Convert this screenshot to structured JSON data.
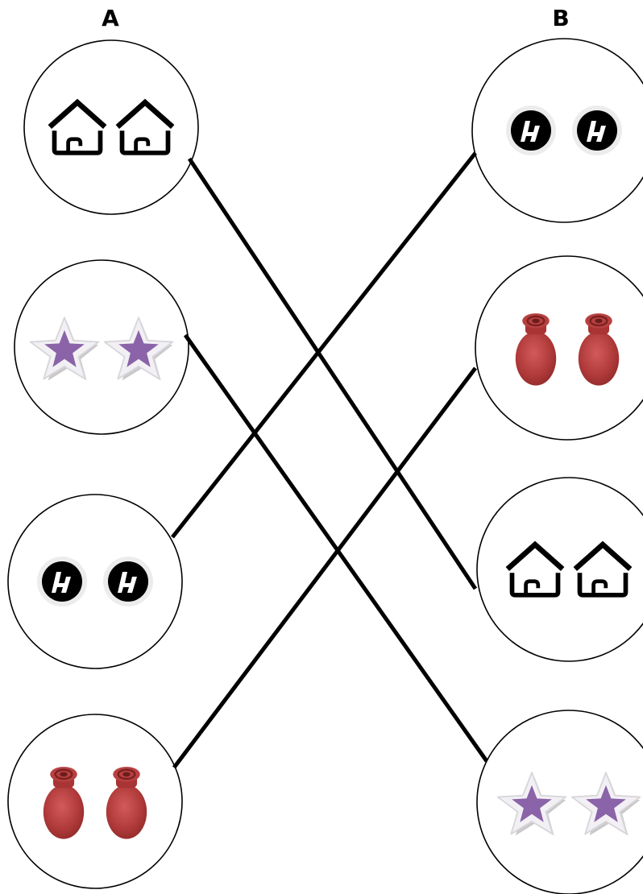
{
  "columns": {
    "left_label": "A",
    "right_label": "B"
  },
  "left_items": [
    {
      "icon": "house-icon",
      "count": 2
    },
    {
      "icon": "star-icon",
      "count": 2
    },
    {
      "icon": "ball-icon",
      "count": 2
    },
    {
      "icon": "vase-icon",
      "count": 2
    }
  ],
  "right_items": [
    {
      "icon": "ball-icon",
      "count": 2
    },
    {
      "icon": "vase-icon",
      "count": 2
    },
    {
      "icon": "house-icon",
      "count": 2
    },
    {
      "icon": "star-icon",
      "count": 2
    }
  ],
  "matches": [
    {
      "from": 0,
      "to": 2
    },
    {
      "from": 1,
      "to": 3
    },
    {
      "from": 2,
      "to": 0
    },
    {
      "from": 3,
      "to": 1
    }
  ],
  "colors": {
    "outline": "#000000",
    "star_fill": "#8a63a8",
    "star_border": "#eeeeee",
    "vase_fill": "#b03a3a",
    "ball_fill": "#000000"
  }
}
